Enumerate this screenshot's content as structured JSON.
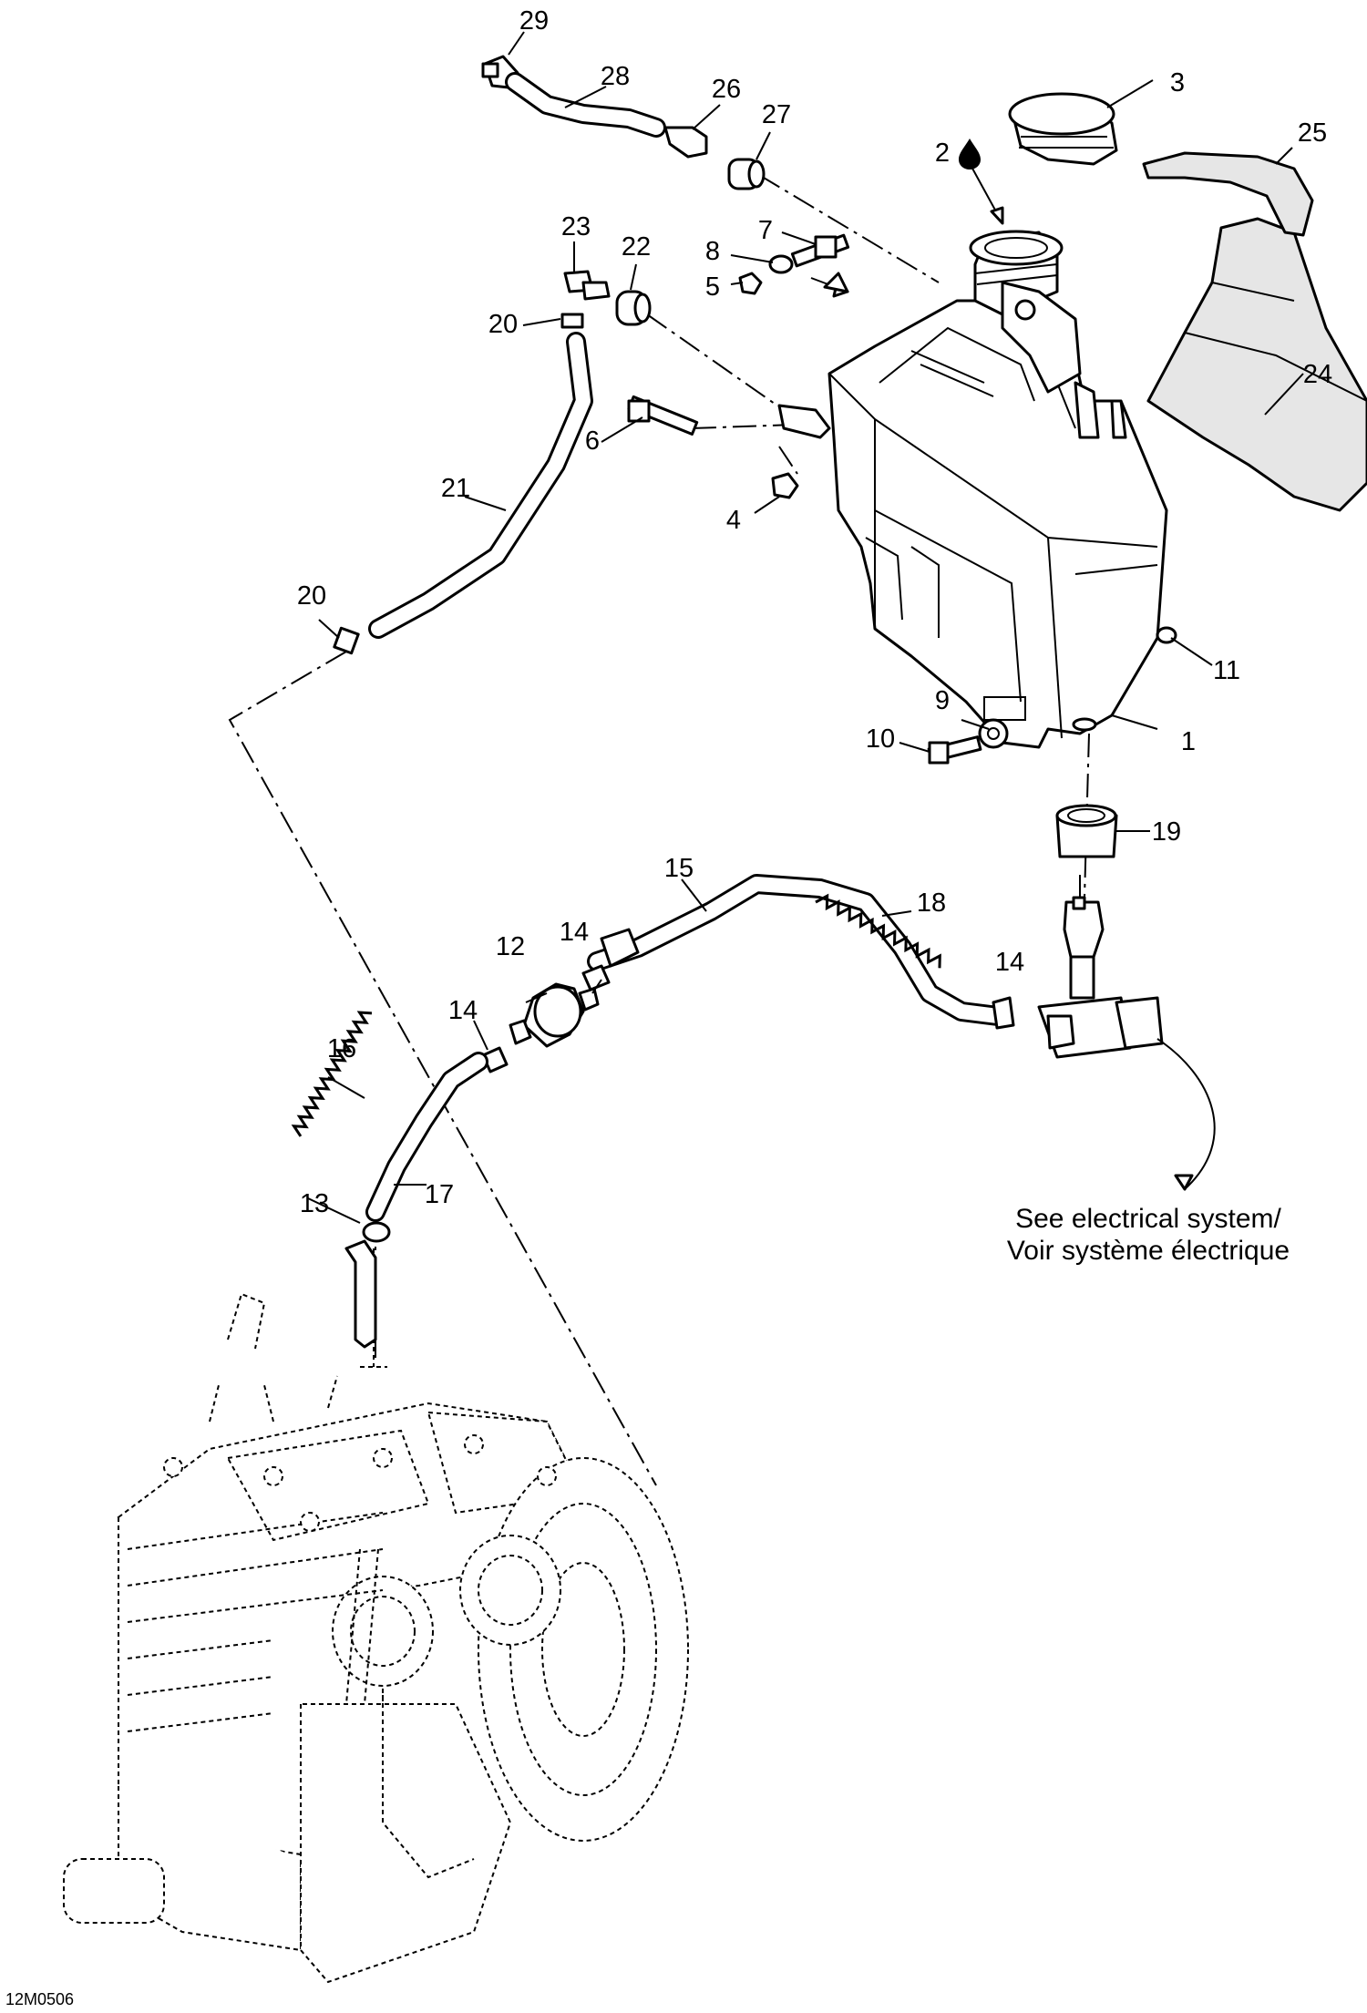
{
  "diagram": {
    "callouts": [
      "1",
      "2",
      "3",
      "4",
      "5",
      "6",
      "7",
      "8",
      "9",
      "10",
      "11",
      "12",
      "13",
      "14",
      "14",
      "14",
      "15",
      "16",
      "17",
      "18",
      "19",
      "20",
      "20",
      "21",
      "22",
      "23",
      "24",
      "25",
      "26",
      "27",
      "28",
      "29"
    ],
    "note_line1": "See electrical system/",
    "note_line2": "Voir système électrique",
    "drawing_code": "12M0506"
  }
}
